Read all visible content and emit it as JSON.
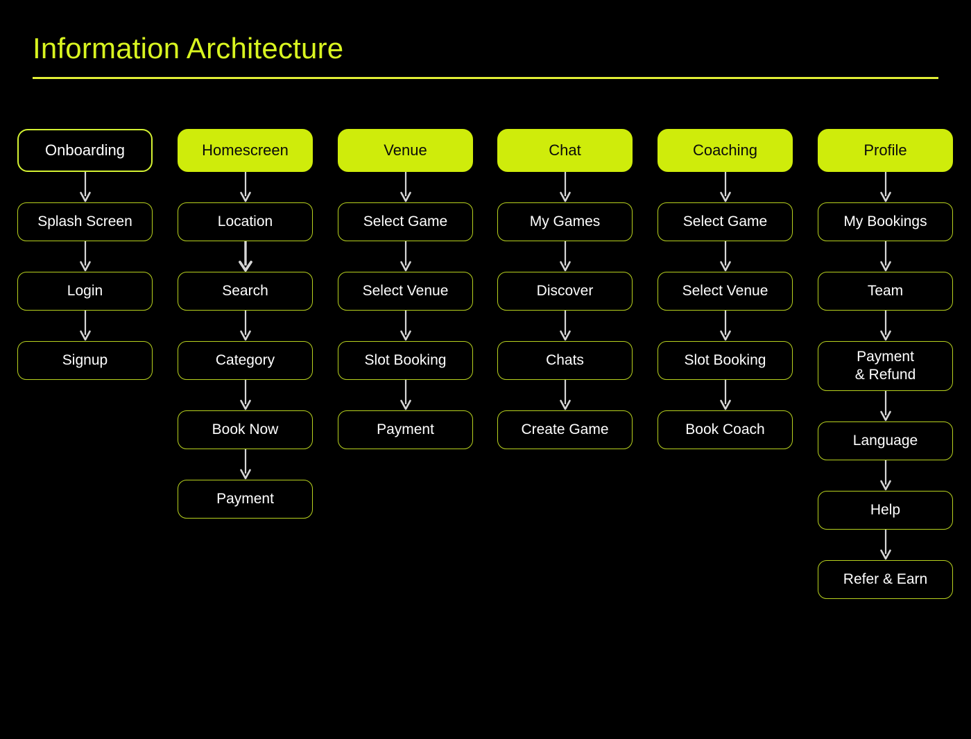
{
  "page": {
    "title": "Information Architecture",
    "background_color": "#000000",
    "accent_color": "#cfec0b",
    "title_color": "#d9f520",
    "node_border_color": "#b9d31f",
    "node_text_color": "#ffffff",
    "arrow_color": "#d6d6d6"
  },
  "columns": [
    {
      "id": "onboarding",
      "header": {
        "label": "Onboarding",
        "style": "outlined"
      },
      "nodes": [
        {
          "label": "Splash Screen",
          "arrow": "normal"
        },
        {
          "label": "Login",
          "arrow": "normal"
        },
        {
          "label": "Signup",
          "arrow": "normal"
        }
      ]
    },
    {
      "id": "homescreen",
      "header": {
        "label": "Homescreen",
        "style": "filled"
      },
      "nodes": [
        {
          "label": "Location",
          "arrow": "normal"
        },
        {
          "label": "Search",
          "arrow": "bold"
        },
        {
          "label": "Category",
          "arrow": "normal"
        },
        {
          "label": "Book Now",
          "arrow": "normal"
        },
        {
          "label": "Payment",
          "arrow": "normal"
        }
      ]
    },
    {
      "id": "venue",
      "header": {
        "label": "Venue",
        "style": "filled"
      },
      "nodes": [
        {
          "label": "Select Game",
          "arrow": "normal"
        },
        {
          "label": "Select Venue",
          "arrow": "normal"
        },
        {
          "label": "Slot Booking",
          "arrow": "normal"
        },
        {
          "label": "Payment",
          "arrow": "normal"
        }
      ]
    },
    {
      "id": "chat",
      "header": {
        "label": "Chat",
        "style": "filled"
      },
      "nodes": [
        {
          "label": "My Games",
          "arrow": "normal"
        },
        {
          "label": "Discover",
          "arrow": "normal"
        },
        {
          "label": "Chats",
          "arrow": "normal"
        },
        {
          "label": "Create Game",
          "arrow": "normal"
        }
      ]
    },
    {
      "id": "coaching",
      "header": {
        "label": "Coaching",
        "style": "filled"
      },
      "nodes": [
        {
          "label": "Select Game",
          "arrow": "normal"
        },
        {
          "label": "Select Venue",
          "arrow": "normal"
        },
        {
          "label": "Slot Booking",
          "arrow": "normal"
        },
        {
          "label": "Book Coach",
          "arrow": "normal"
        }
      ]
    },
    {
      "id": "profile",
      "header": {
        "label": "Profile",
        "style": "filled"
      },
      "nodes": [
        {
          "label": "My Bookings",
          "arrow": "normal"
        },
        {
          "label": "Team",
          "arrow": "normal"
        },
        {
          "label": "Payment\n& Refund",
          "arrow": "normal",
          "tall": true
        },
        {
          "label": "Language",
          "arrow": "normal"
        },
        {
          "label": "Help",
          "arrow": "normal"
        },
        {
          "label": "Refer & Earn",
          "arrow": "normal"
        }
      ]
    }
  ]
}
